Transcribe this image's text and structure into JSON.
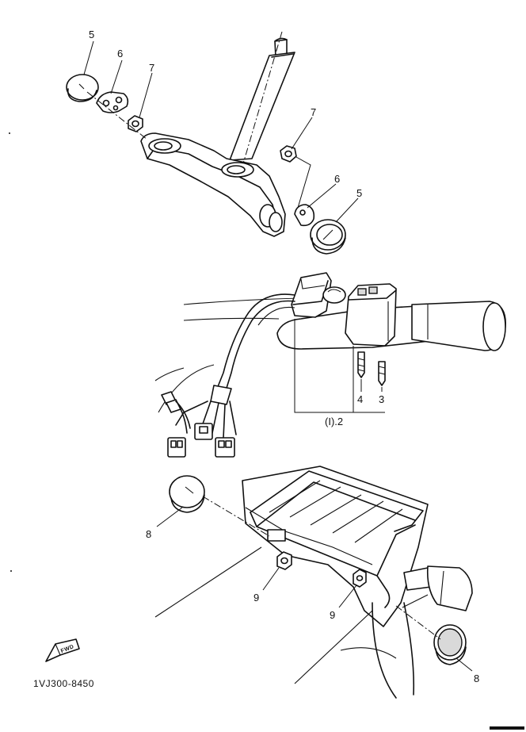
{
  "diagram": {
    "callouts": [
      {
        "id": "c5a",
        "text": "5"
      },
      {
        "id": "c6a",
        "text": "6"
      },
      {
        "id": "c7a",
        "text": "7"
      },
      {
        "id": "c7b",
        "text": "7"
      },
      {
        "id": "c6b",
        "text": "6"
      },
      {
        "id": "c5b",
        "text": "5"
      },
      {
        "id": "c4",
        "text": "4"
      },
      {
        "id": "c3",
        "text": "3"
      },
      {
        "id": "c12",
        "text": "(I).2"
      },
      {
        "id": "c8a",
        "text": "8"
      },
      {
        "id": "c9a",
        "text": "9"
      },
      {
        "id": "c9b",
        "text": "9"
      },
      {
        "id": "c8b",
        "text": "8"
      }
    ],
    "fwd_label": "FWD",
    "part_code": "1VJ300-8450"
  }
}
